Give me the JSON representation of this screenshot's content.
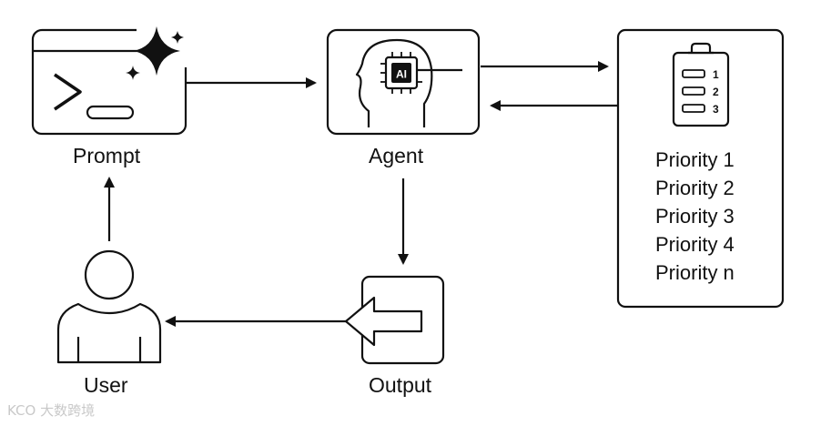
{
  "labels": {
    "prompt": "Prompt",
    "agent": "Agent",
    "user": "User",
    "output": "Output"
  },
  "icons": {
    "agent_chip_text": "AI",
    "checklist_numbers": [
      "1",
      "2",
      "3"
    ]
  },
  "priorities": [
    "Priority 1",
    "Priority 2",
    "Priority 3",
    "Priority 4",
    "Priority n"
  ],
  "watermark": "KCO 大数跨境",
  "colors": {
    "stroke": "#111111",
    "background": "#ffffff",
    "watermark": "#c9c9c9"
  }
}
